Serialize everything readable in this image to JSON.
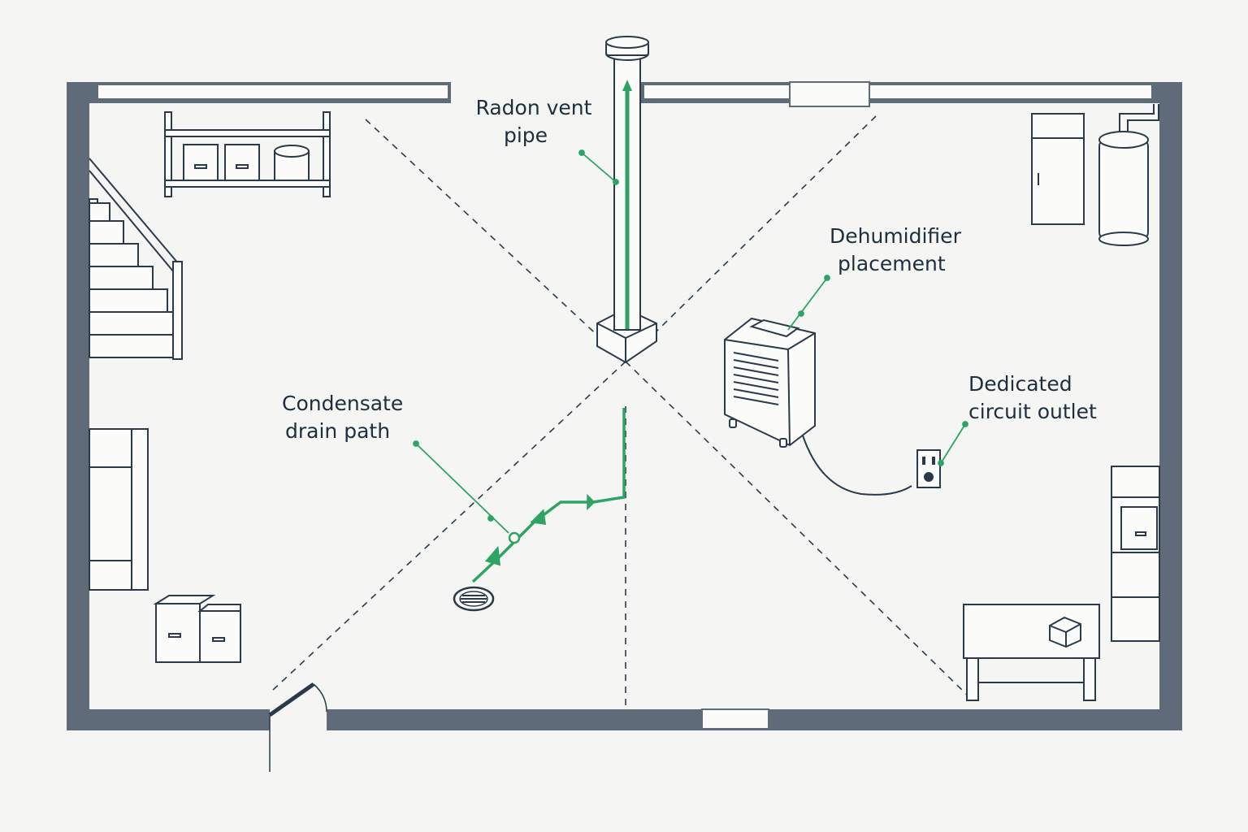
{
  "labels": {
    "radon": {
      "line1": "Radon vent",
      "line2": "pipe"
    },
    "dehumidifier": {
      "line1": "Dehumidifier",
      "line2": "placement"
    },
    "drain": {
      "line1": "Condensate",
      "line2": "drain path"
    },
    "outlet": {
      "line1": "Dedicated",
      "line2": "circuit outlet"
    }
  },
  "colors": {
    "wall": "#5f6b78",
    "line": "#2a3a4a",
    "accent": "#2ea363",
    "label": "#1d2e3f",
    "background": "#f5f6f4"
  },
  "icons": [
    "radon-vent-pipe",
    "dehumidifier",
    "floor-drain",
    "wall-outlet",
    "stairs",
    "shelving",
    "water-heater",
    "workbench",
    "storage-boxes"
  ]
}
